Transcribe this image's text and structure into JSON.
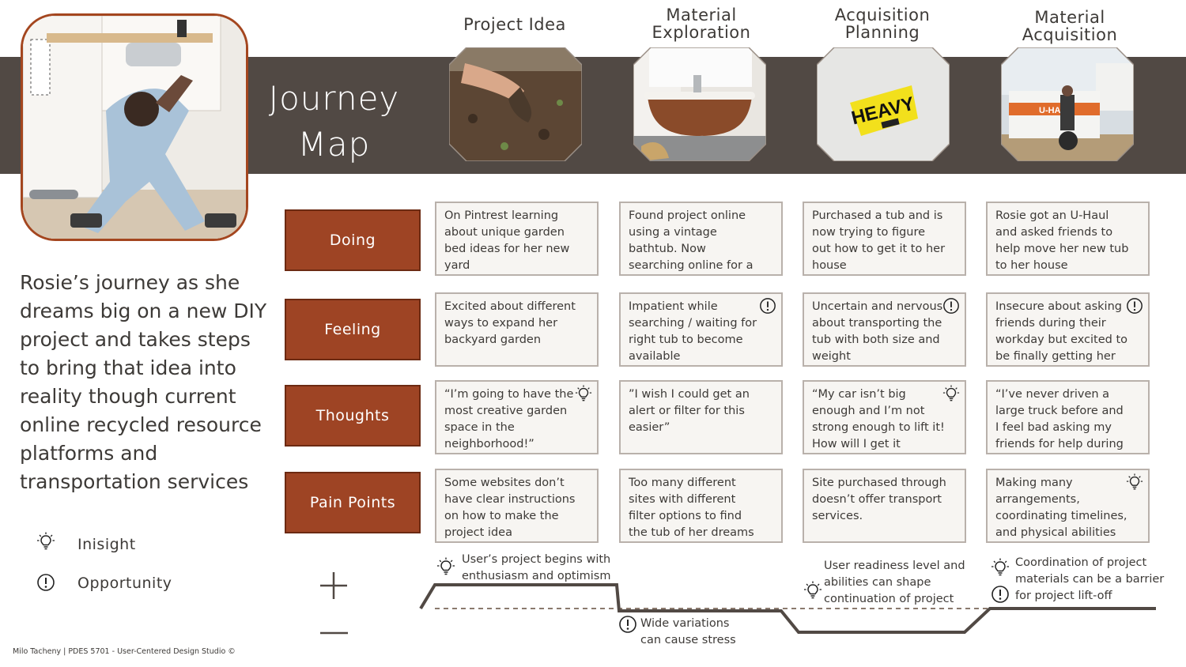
{
  "title": [
    "Journey",
    "Map"
  ],
  "stages": [
    {
      "label": "Project Idea",
      "image": "hands-in-soil"
    },
    {
      "label": "Material Exploration",
      "image": "vintage-bathtub"
    },
    {
      "label": "Acquisition Planning",
      "image": "heavy-sticker"
    },
    {
      "label": "Material Acquisition",
      "image": "u-haul-trailer"
    }
  ],
  "sticker_text": "HEAVY",
  "trailer_text": "U-HAUL",
  "rows": [
    {
      "label": "Doing",
      "cells": [
        {
          "text": "On Pintrest learning about unique garden bed ideas for her new yard",
          "icon": null
        },
        {
          "text": "Found project online using a vintage bathtub. Now searching online for a used one",
          "icon": null
        },
        {
          "text": "Purchased a tub and is now trying to figure out how to get it to her house",
          "icon": null
        },
        {
          "text": "Rosie got an U-Haul and asked friends to help move her new tub to her house",
          "icon": null
        }
      ]
    },
    {
      "label": "Feeling",
      "cells": [
        {
          "text": "Excited about different ways to expand her backyard garden",
          "icon": null
        },
        {
          "text": "Impatient while searching / waiting for right tub to become available",
          "icon": "opportunity-icon"
        },
        {
          "text": "Uncertain and nervous about transporting the tub with both size and weight",
          "icon": "opportunity-icon"
        },
        {
          "text": "Insecure about asking friends during their workday but excited to be finally getting her tub",
          "icon": "opportunity-icon"
        }
      ]
    },
    {
      "label": "Thoughts",
      "cells": [
        {
          "text": "“I’m going to have the most creative garden space in the neighborhood!”",
          "icon": "insight-icon"
        },
        {
          "text": "”I wish I could get an alert or filter for this easier”",
          "icon": null
        },
        {
          "text": "“My car isn’t big enough and I’m not strong enough to lift it! How will I get it home?”",
          "icon": "insight-icon"
        },
        {
          "text": "“I’ve never driven a large truck before and I feel bad asking my friends for help during a work day”",
          "icon": null
        }
      ]
    },
    {
      "label": "Pain Points",
      "cells": [
        {
          "text": "Some websites don’t have clear instructions on how to make the project idea",
          "icon": null
        },
        {
          "text": "Too many different sites with different filter options to find the tub of her dreams",
          "icon": null
        },
        {
          "text": "Site purchased through doesn’t offer transport services.",
          "icon": null
        },
        {
          "text": "Making many arrangements, coordinating timelines, and physical abilities",
          "icon": "insight-icon"
        }
      ]
    }
  ],
  "description": "Rosie’s journey as she dreams big on a new DIY project and takes steps to bring that idea into reality though current online recycled resource platforms and transportation services",
  "legend": {
    "insight": "Inisight",
    "opportunity": "Opportunity"
  },
  "axis": {
    "plus": "+",
    "minus": "—"
  },
  "emotion_curve": {
    "stage_levels": [
      1,
      -0.1,
      -1,
      0
    ],
    "notes": [
      {
        "text": "User’s project begins with enthusiasm and optimism",
        "icon": "insight-icon"
      },
      {
        "text": "Wide variations can cause stress",
        "icon": "opportunity-icon"
      },
      {
        "text": "User readiness level and abilities can shape continuation of project",
        "icon": "insight-icon"
      },
      {
        "text": "Coordination of project materials can be a barrier for project lift-off",
        "icon": "insight-icon",
        "icon2": "opportunity-icon"
      }
    ]
  },
  "footer": "Milo Tacheny | PDES 5701 - User-Centered Design Studio ©",
  "colors": {
    "band": "#514944",
    "accent": "#9e4424",
    "cell_border": "#b9b1ab",
    "text": "#3d3a37"
  }
}
